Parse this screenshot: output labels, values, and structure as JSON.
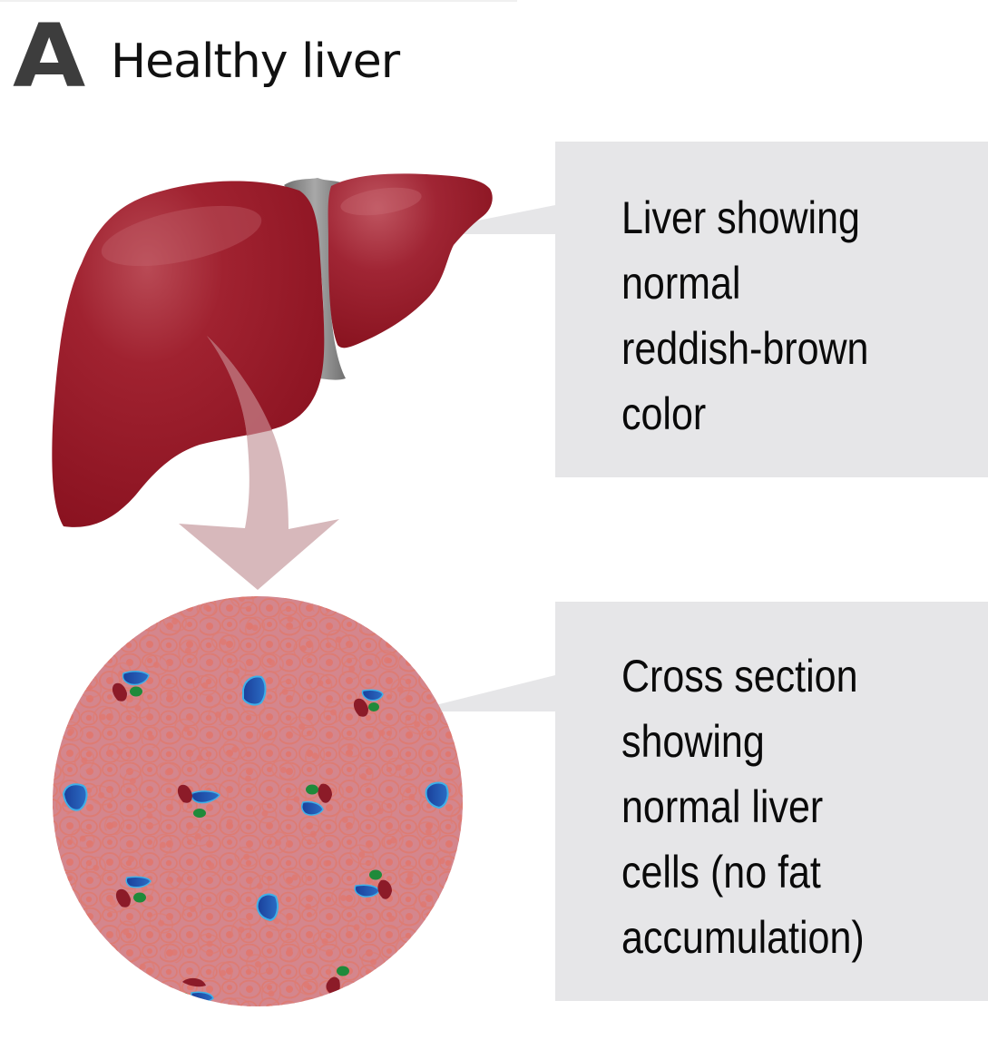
{
  "figure": {
    "panel_letter": "A",
    "panel_title": "Healthy liver"
  },
  "callouts": [
    {
      "id": "liver",
      "lines": [
        "Liver showing",
        "normal",
        "reddish-brown",
        "color"
      ]
    },
    {
      "id": "cross-section",
      "lines": [
        "Cross section",
        "showing",
        "normal liver",
        "cells (no fat",
        "accumulation)"
      ]
    }
  ],
  "colors": {
    "liver_red": "#8e1421",
    "liver_highlight": "#b8434f",
    "ligament_gray": "#8a8a8a",
    "arrow_pink": "#d4b2b5",
    "tissue_pink": "#d4868d",
    "cell_outline": "#df7a72",
    "nucleus": "#e17a72",
    "vein_blue": "#1f4fa8",
    "vein_edge": "#3fb0e8",
    "artery_red": "#8c1b28",
    "duct_green": "#1f8a3a",
    "callout_gray": "#e6e6e8"
  },
  "cross_section": {
    "central_veins": 4,
    "portal_triads": 8
  }
}
